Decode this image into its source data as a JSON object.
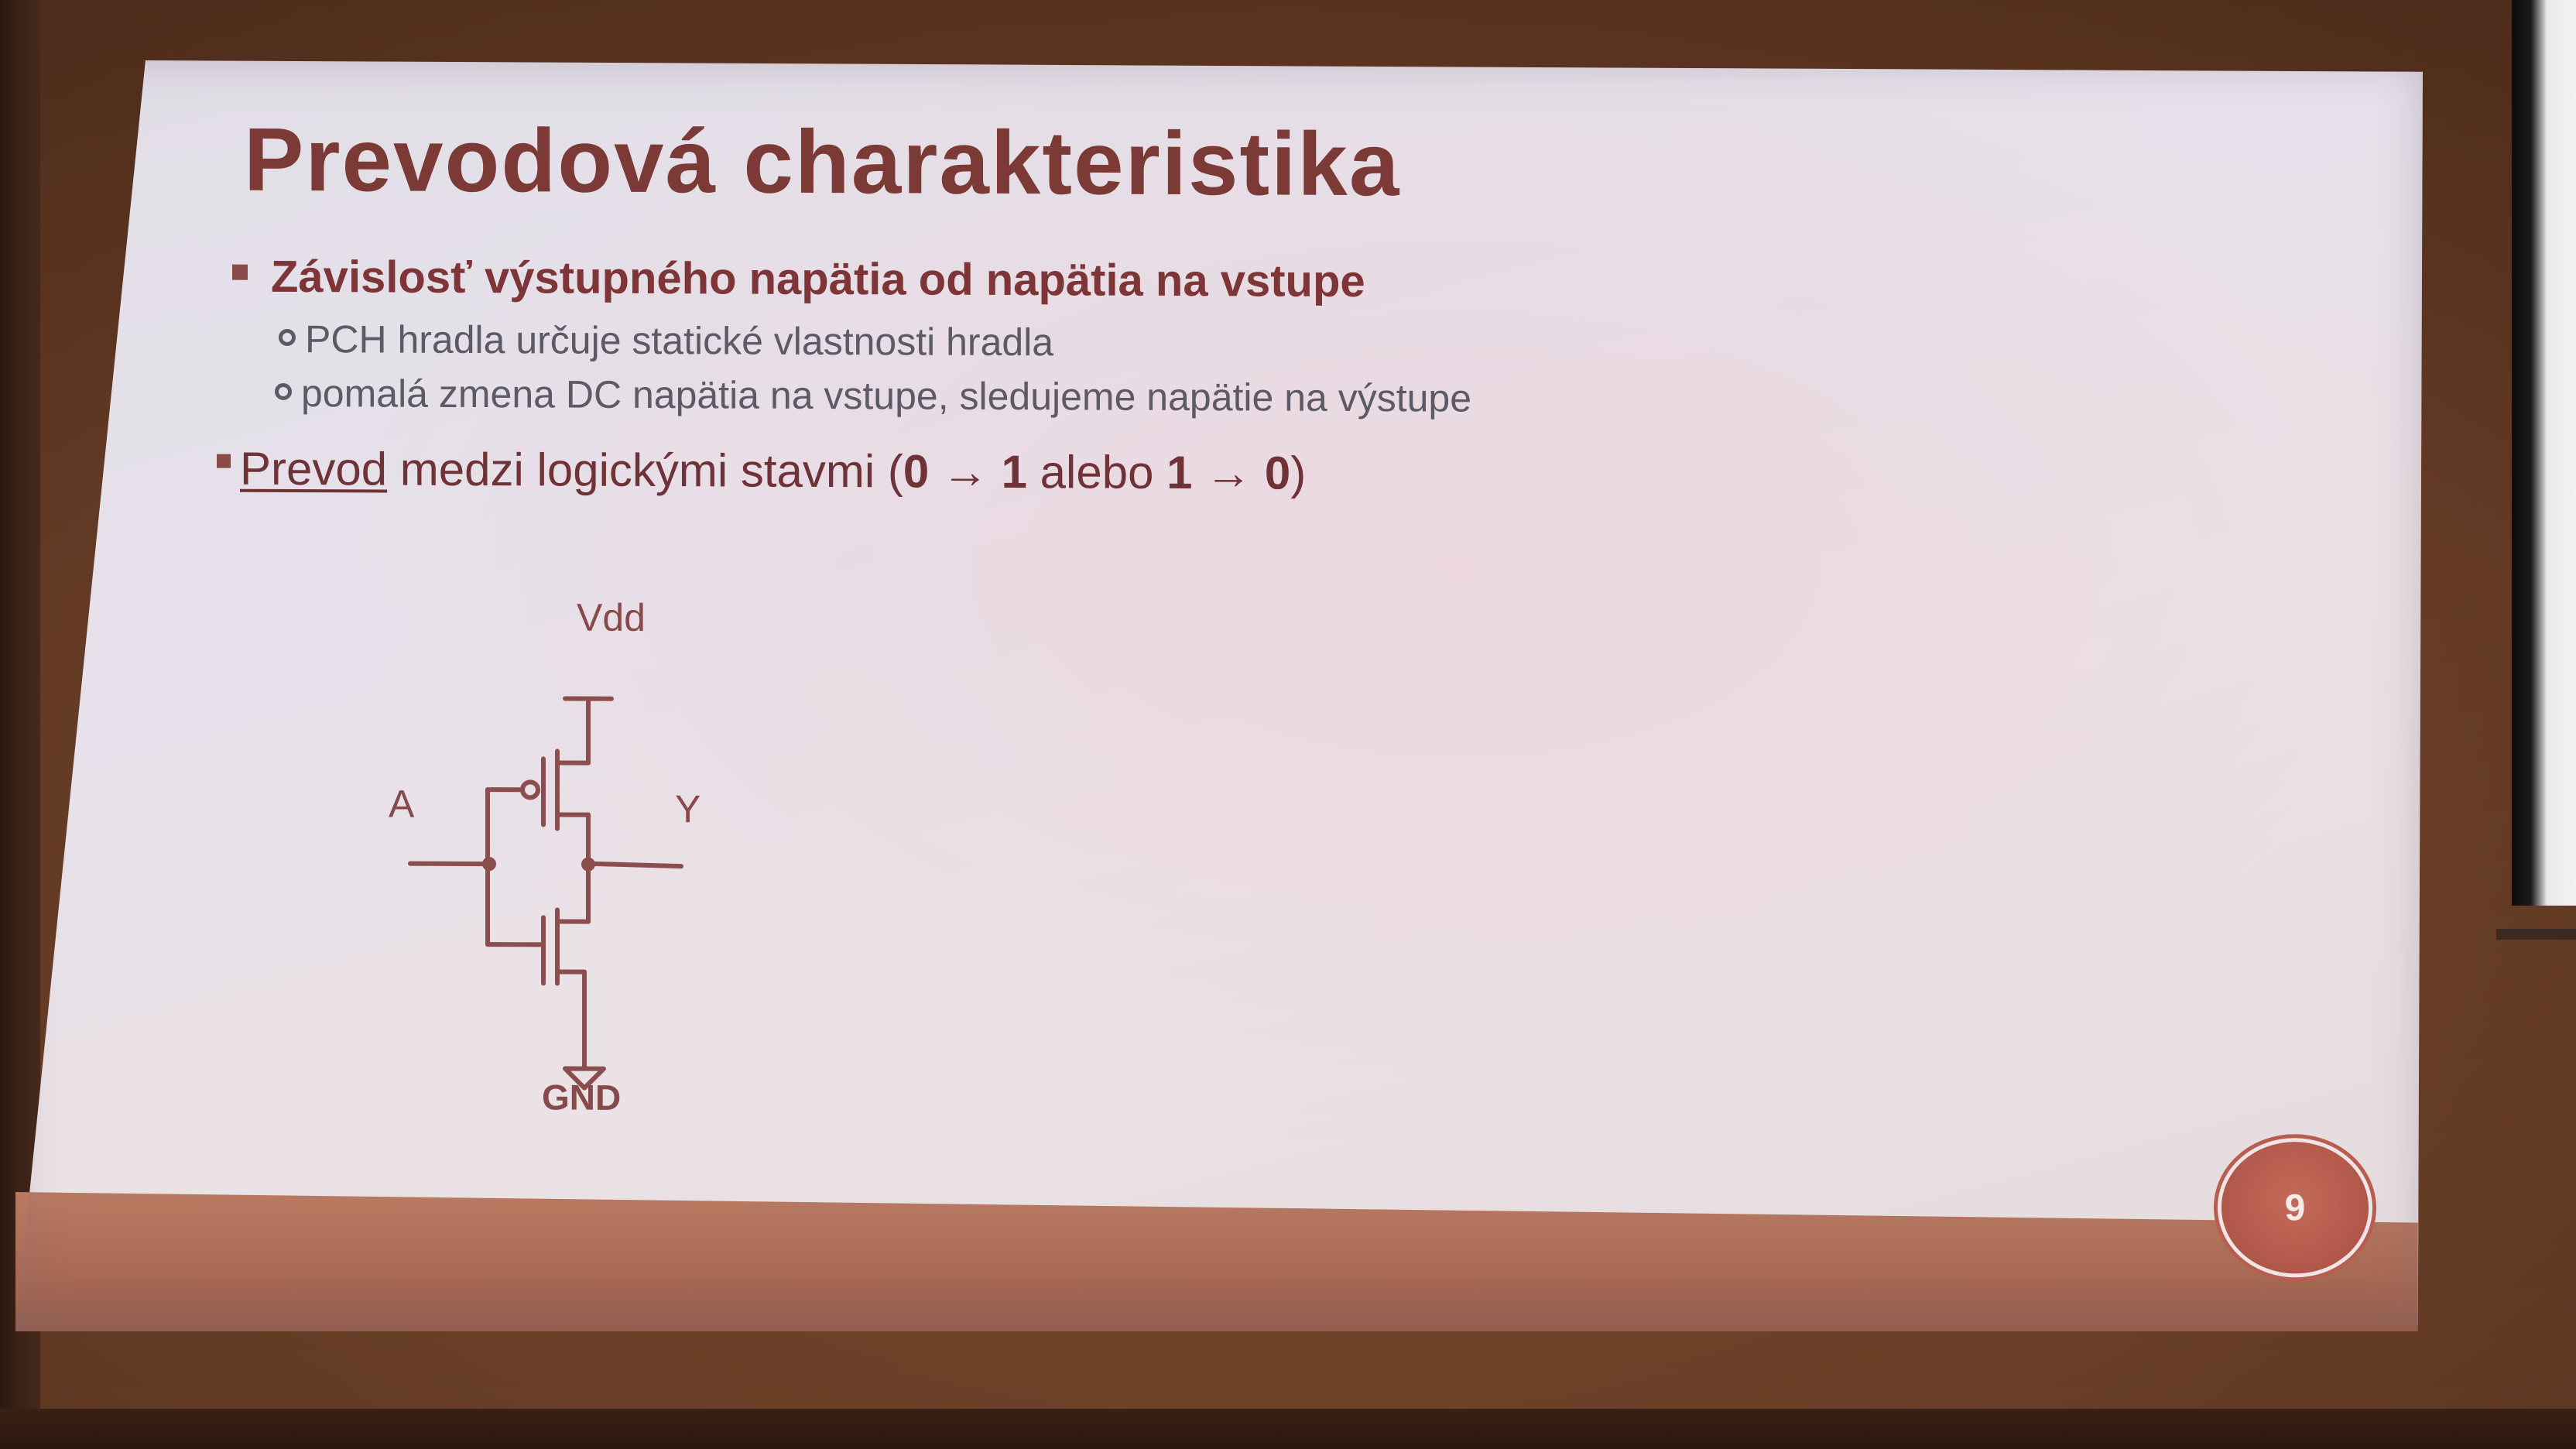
{
  "slide": {
    "title": "Prevodová charakteristika",
    "bullet_1": "Závislosť výstupného napätia od napätia na vstupe",
    "sub_bullets": [
      "PCH hradla určuje statické vlastnosti hradla",
      "pomalá zmena DC napätia na vstupe, sledujeme napätie na výstupe"
    ],
    "bullet_2": {
      "underlined": "Prevod",
      "text": " medzi logickými stavmi (",
      "expr_1": "0 → 1",
      "mid": " alebo ",
      "expr_2": "1 → 0",
      "end": ")"
    },
    "circuit": {
      "vdd_label": "Vdd",
      "input_label": "A",
      "output_label": "Y",
      "ground_label": "GND",
      "stroke_color": "#8a4e4e"
    },
    "page_number": "9"
  },
  "colors": {
    "title": "#7c3a36",
    "bullet": "#7e3538",
    "sub_text": "#5c5a66",
    "badge": "#b45a4c",
    "footer_band": "#a86a55"
  }
}
